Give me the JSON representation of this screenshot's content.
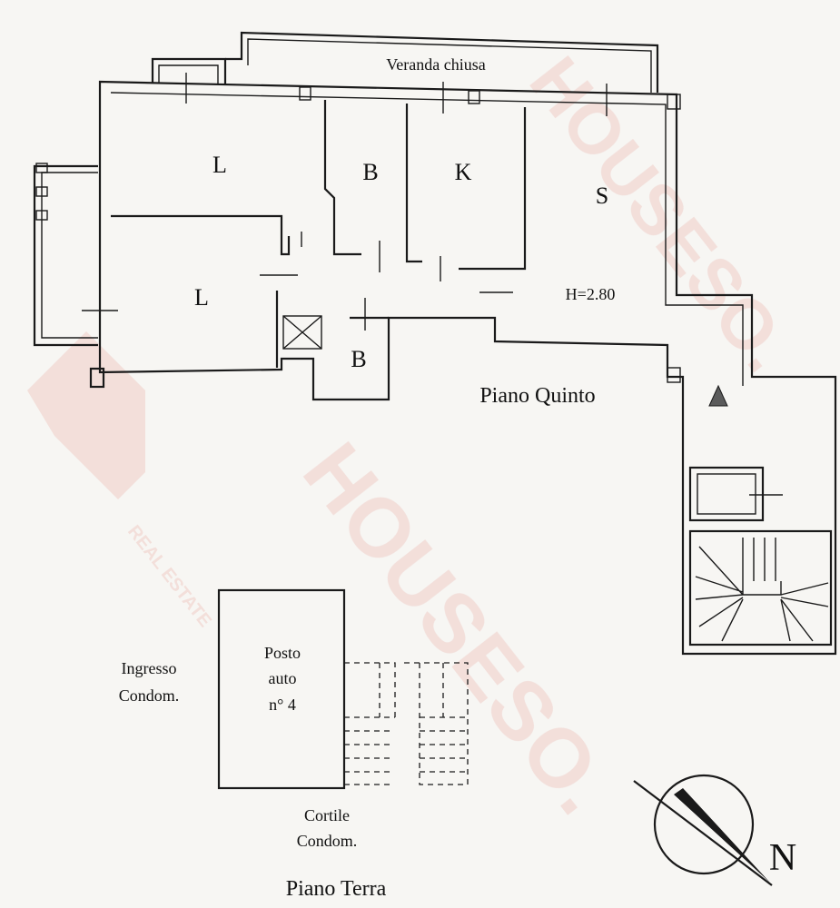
{
  "watermark": {
    "text": "HOUSESO.",
    "subtext": "REAL ESTATE",
    "color": "#d6453b"
  },
  "plan_fifth": {
    "veranda_label": "Veranda chiusa",
    "rooms": [
      {
        "id": "living-1",
        "label": "L"
      },
      {
        "id": "bath-1",
        "label": "B"
      },
      {
        "id": "kitchen",
        "label": "K"
      },
      {
        "id": "living-2",
        "label": "S"
      },
      {
        "id": "bedroom-2",
        "label": "L"
      },
      {
        "id": "bath-2",
        "label": "B"
      }
    ],
    "height_note": "H=2.80",
    "floor_title": "Piano Quinto"
  },
  "plan_ground": {
    "parking_line1": "Posto",
    "parking_line2": "auto",
    "parking_line3": "n° 4",
    "entrance_line1": "Ingresso",
    "entrance_line2": "Condom.",
    "court_line1": "Cortile",
    "court_line2": "Condom.",
    "floor_title": "Piano Terra"
  },
  "compass": {
    "label": "N"
  }
}
